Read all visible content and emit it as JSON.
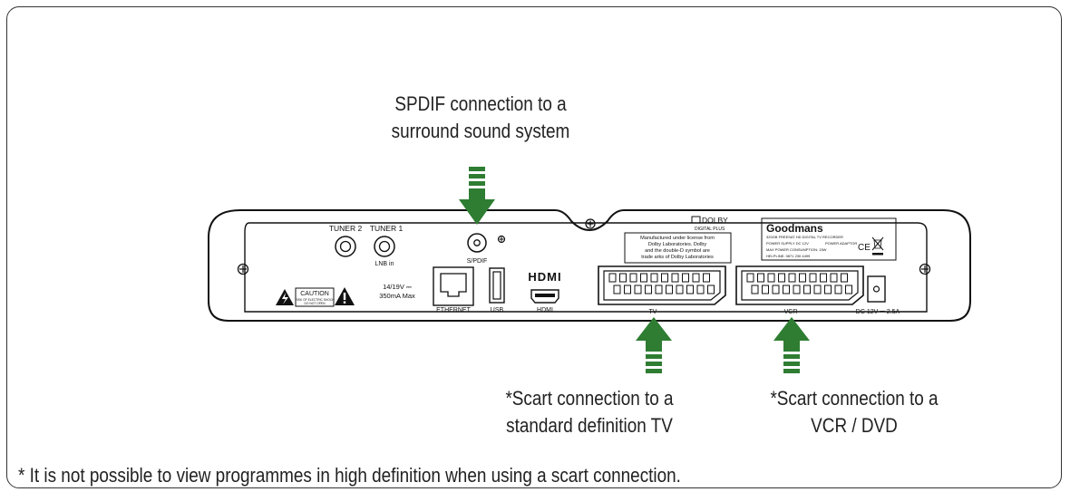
{
  "callouts": {
    "spdif": {
      "line1": "SPDIF connection to a",
      "line2": "surround sound system"
    },
    "scart_tv": {
      "line1": "*Scart connection to a",
      "line2": "standard definition TV"
    },
    "scart_vcr": {
      "line1": "*Scart connection to a",
      "line2": "VCR / DVD"
    }
  },
  "footnote": "* It is not possible to view programmes in high definition when using a scart connection.",
  "panel": {
    "tuner2": "TUNER 2",
    "tuner1": "TUNER 1",
    "lnb_in": "LNB in",
    "lnb_power_line1": "14/19V ⎓",
    "lnb_power_line2": "350mA Max",
    "spdif_label": "S/PDIF",
    "ethernet": "ETHERNET",
    "usb": "USB",
    "hdmi_logo": "HDMI",
    "hdmi": "HDMI",
    "tv": "TV",
    "vcr": "VCR",
    "dc": "DC 12V ⎓ 2.5A",
    "caution": "CAUTION",
    "caution_small_line1": "RISK OF ELECTRIC SHOCK",
    "caution_small_line2": "DO NOT OPEN",
    "dolby_logo": "DOLBY",
    "dolby_sub": "DIGITAL PLUS",
    "dolby_notice_line1": "Manufactured under license from",
    "dolby_notice_line2": "Dolby Laboratories. Dolby",
    "dolby_notice_line3": "and the double-D symbol are",
    "dolby_notice_line4": "trade arks of Dolby Laboratories",
    "brand": "Goodmans",
    "rating_line1": "320GB FREESAT HD DIGITAL TV RECORDER",
    "rating_line2": "POWER SUPPLY DC 12V",
    "rating_line2b": "POWER ADAPTOR",
    "rating_line3": "MAX POWER CONSUMPTION: 15W",
    "rating_line4": "HELPLINE: 0871 230 4499",
    "ce": "CE"
  },
  "colors": {
    "arrow": "#2e7d32",
    "outline": "#111111"
  }
}
